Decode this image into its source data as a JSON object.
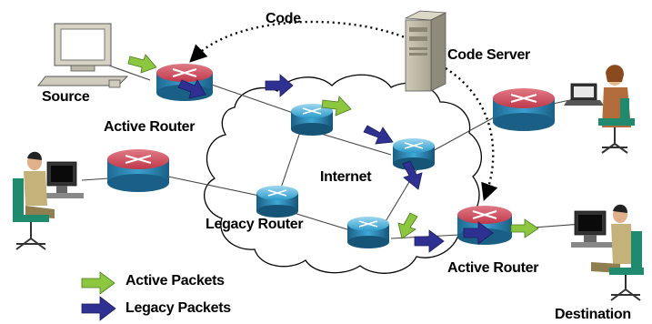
{
  "labels": {
    "code": "Code",
    "code_server": "Code Server",
    "source": "Source",
    "active_router_left": "Active Router",
    "internet": "Internet",
    "legacy_router": "Legacy Router",
    "active_router_right": "Active Router",
    "destination": "Destination"
  },
  "legend": {
    "active_packets": "Active Packets",
    "legacy_packets": "Legacy Packets"
  },
  "colors": {
    "active_packet": "#8dc63f",
    "legacy_packet": "#2e3192",
    "active_router": "#c0394a",
    "legacy_router": "#2a9ac9",
    "cloud_outline": "#000000"
  },
  "icons": {
    "source_computer": "desktop-computer-icon",
    "code_server": "server-tower-icon",
    "user_laptop": "user-with-laptop-icon",
    "user_workstation_left": "user-at-workstation-icon",
    "user_workstation_dest": "user-at-workstation-icon",
    "active_router": "active-router-icon",
    "legacy_router": "legacy-router-icon"
  }
}
